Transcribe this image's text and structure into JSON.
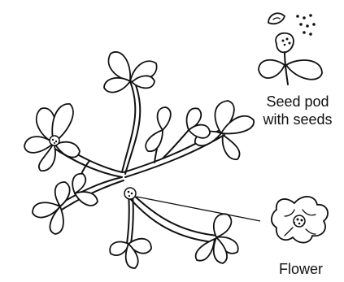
{
  "labels": {
    "seed_pod_line1": "Seed pod",
    "seed_pod_line2": "with seeds",
    "flower": "Flower"
  },
  "colors": {
    "ink": "#111111",
    "background": "#ffffff"
  }
}
